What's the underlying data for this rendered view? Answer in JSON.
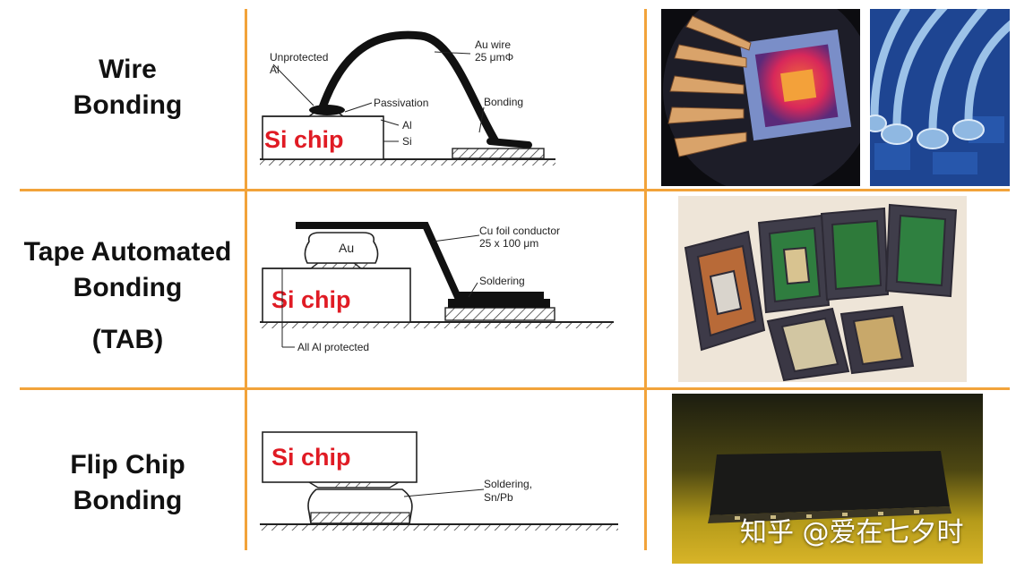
{
  "rows": [
    {
      "title_lines": [
        "Wire",
        "Bonding"
      ],
      "labels": {
        "unprotected": "Unprotected",
        "al_top": "Al",
        "au_wire": "Au wire",
        "au_size": "25 μmΦ",
        "passivation": "Passivation",
        "al": "Al",
        "si": "Si",
        "bonding": "Bonding",
        "chip": "Si chip"
      }
    },
    {
      "title_lines": [
        "Tape Automated",
        "Bonding",
        "(TAB)"
      ],
      "labels": {
        "au": "Au",
        "cu_foil": "Cu foil conductor",
        "cu_size": "25 x 100 μm",
        "soldering": "Soldering",
        "al_protected": "All Al protected",
        "chip": "Si chip"
      }
    },
    {
      "title_lines": [
        "Flip Chip",
        "Bonding"
      ],
      "labels": {
        "soldering": "Soldering,",
        "sn_pb": "Sn/Pb",
        "chip": "Si chip"
      }
    }
  ],
  "watermark": "知乎 @爱在七夕时",
  "colors": {
    "grid_lines": "#f2a33a",
    "chip_text": "#e01b24"
  }
}
